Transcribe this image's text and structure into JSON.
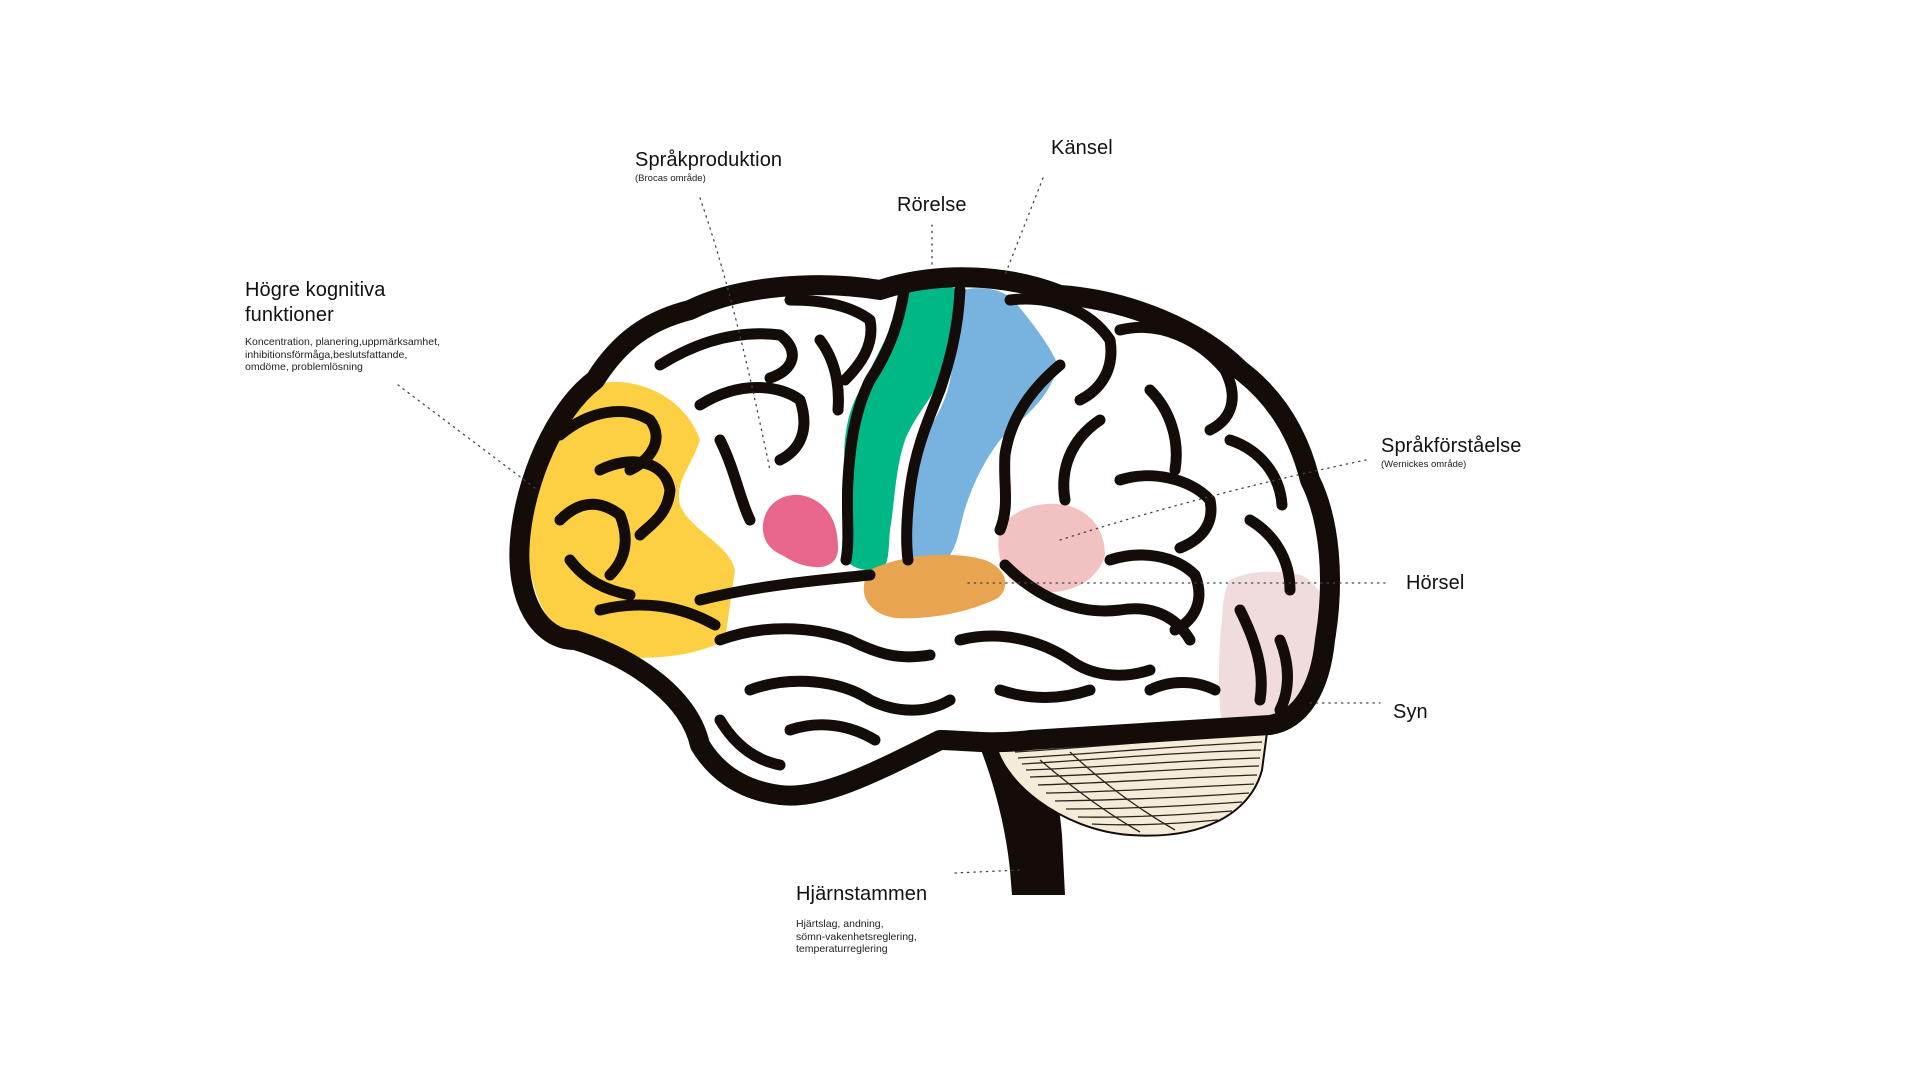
{
  "colors": {
    "frontal": "#fdd043",
    "broca": "#e8658b",
    "motor": "#00b886",
    "sensory": "#78b3e0",
    "wernicke": "#f2c1c2",
    "auditory": "#e8a451",
    "visual": "#f0dcdc",
    "cerebellum": "#f4ecd8",
    "outline": "#140c08"
  },
  "labels": {
    "cognitive": {
      "title_line1": "Högre kognitiva",
      "title_line2": "funktioner",
      "desc_line1": "Koncentration, planering,uppmärksamhet,",
      "desc_line2": "inhibitionsförmåga,beslutsfattande,",
      "desc_line3": "omdöme, problemlösning"
    },
    "broca": {
      "title": "Språkproduktion",
      "sub": "(Brocas område)"
    },
    "motor": {
      "title": "Rörelse"
    },
    "sensory": {
      "title": "Känsel"
    },
    "wernicke": {
      "title": "Språkförståelse",
      "sub": "(Wernickes område)"
    },
    "hearing": {
      "title": "Hörsel"
    },
    "vision": {
      "title": "Syn"
    },
    "brainstem": {
      "title": "Hjärnstammen",
      "desc_line1": "Hjärtslag, andning,",
      "desc_line2": "sömn-vakenhetsreglering,",
      "desc_line3": "temperaturreglering"
    }
  }
}
